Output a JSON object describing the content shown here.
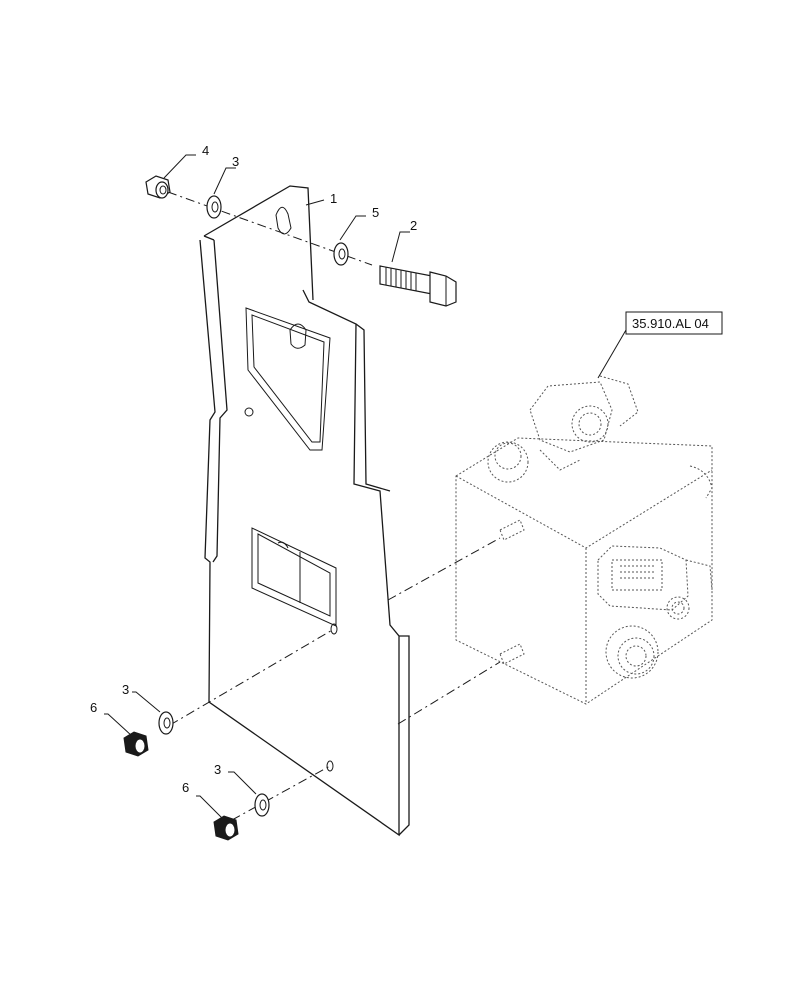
{
  "callouts": {
    "c1": "1",
    "c2": "2",
    "c3a": "3",
    "c3b": "3",
    "c3c": "3",
    "c4": "4",
    "c5": "5",
    "c6a": "6",
    "c6b": "6"
  },
  "reference_label": "35.910.AL 04"
}
